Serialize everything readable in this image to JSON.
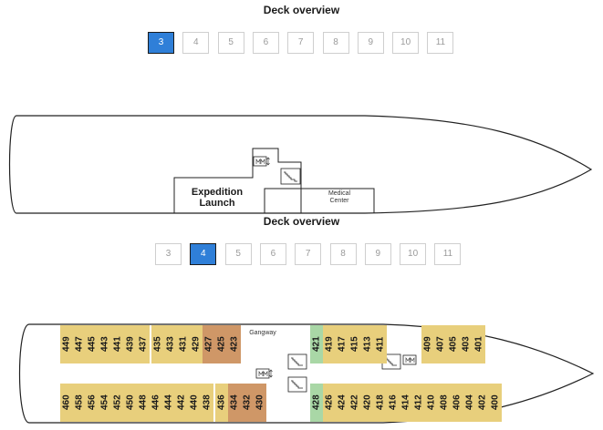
{
  "deck3": {
    "title": "Deck overview",
    "tabs": [
      "3",
      "4",
      "5",
      "6",
      "7",
      "8",
      "9",
      "10",
      "11"
    ],
    "active": "3",
    "expedition_launch": "Expedition\nLaunch",
    "medical_center": "Medical\nCenter"
  },
  "deck4": {
    "title": "Deck overview",
    "tabs": [
      "3",
      "4",
      "5",
      "6",
      "7",
      "8",
      "9",
      "10",
      "11"
    ],
    "active": "4",
    "gangway": "Gangway",
    "cabins_top": [
      "449",
      "447",
      "445",
      "443",
      "441",
      "439",
      "437",
      "435",
      "433",
      "431",
      "429",
      "427",
      "425",
      "423",
      "421",
      "419",
      "417",
      "415",
      "413",
      "411",
      "409",
      "407",
      "405",
      "403",
      "401"
    ],
    "cabins_bottom": [
      "460",
      "458",
      "456",
      "454",
      "452",
      "450",
      "448",
      "446",
      "444",
      "442",
      "440",
      "438",
      "436",
      "434",
      "432",
      "430",
      "428",
      "426",
      "424",
      "422",
      "420",
      "418",
      "416",
      "414",
      "412",
      "410",
      "408",
      "406",
      "404",
      "402",
      "400"
    ],
    "colors": {
      "standard": "#e8cf7c",
      "suite": "#cf9767",
      "accessible": "#a9d7a6"
    }
  },
  "icons": {
    "elevator": "elevator-icon",
    "stairs": "stairs-icon"
  }
}
